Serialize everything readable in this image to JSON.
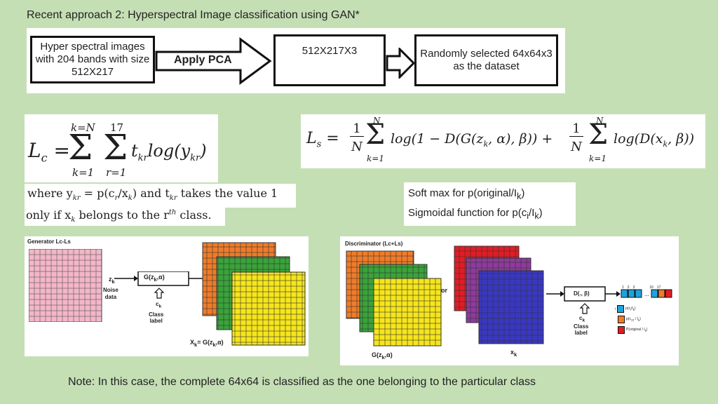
{
  "slide_title": "Recent approach 2:  Hyperspectral Image classification using GAN*",
  "pipeline": {
    "box1": "Hyper spectral images with 204 bands with size 512X217",
    "arrow_label": "Apply PCA",
    "box2": "512X217X3",
    "box3": "Randomly selected 64x64x3 as the dataset"
  },
  "loss_c": {
    "lhs": "L",
    "lhs_sub": "c",
    "sum1_top": "k=N",
    "sum1_bottom": "k=1",
    "sum2_top": "17",
    "sum2_bottom": "r=1",
    "term": "t",
    "term_sub": "kr",
    "log": "log(y",
    "log_sub": "kr",
    "where_line1_a": "where y",
    "where_line1_b": " = p(c",
    "where_line1_c": "/x",
    "where_line1_d": ") and t",
    "where_line1_e": " takes the value 1",
    "where_line2_a": "only if x",
    "where_line2_b": " belongs to the r",
    "where_line2_sup": "th",
    "where_line2_c": " class."
  },
  "loss_s": {
    "lhs": "L",
    "lhs_sub": "s",
    "one": "1",
    "N": "N",
    "sum_top": "N",
    "sum_bottom": "k=1",
    "part1": "log(1 − D(G(z",
    "part1_b": ", α), β)) +",
    "part2": "log(D(x",
    "part2_b": ", β))"
  },
  "softmax": {
    "line1": "Soft max for p(original/I",
    "line1_sub": "k",
    "line1_end": ")",
    "line2": "Sigmoidal function for p(c",
    "line2_sub1": "i",
    "line2_mid": "/I",
    "line2_sub2": "k",
    "line2_end": ")"
  },
  "generator": {
    "title": "Generator Lc-Ls",
    "z_label": "z",
    "z_sub": "k",
    "noise": "Noise",
    "data": "data",
    "g_box": "G(z",
    "g_box_sub": "k",
    "g_box_end": ",α)",
    "c_label": "c",
    "c_sub": "k",
    "class_line1": "Class",
    "class_line2": "label",
    "xhat": "X",
    "xhat_sub": "k",
    "xhat_eq": "= G(z",
    "xhat_eq_sub": "k",
    "xhat_eq_end": ",α)"
  },
  "discriminator": {
    "title": "Discriminator (Lc+Ls)",
    "or": "or",
    "d_box": "D(., β)",
    "g_label": "G(z",
    "g_label_sub": "k",
    "g_label_end": ",α)",
    "x_label": "x",
    "x_sub": "k",
    "c_label": "c",
    "c_sub": "k",
    "class_line1": "Class",
    "class_line2": "label",
    "out_nums": [
      "1",
      "2",
      "3",
      "16",
      "17"
    ],
    "legend1": "p(c",
    "legend1_sub": "i",
    "legend1_end": "/I",
    "legend1_sub2": "k",
    "legend1_close": ")",
    "legend2": "p(c",
    "legend2_sub": "17",
    "legend2_end": " / I",
    "legend2_sub2": "k",
    "legend2_close": ")",
    "legend3": "P(original / I",
    "legend3_sub": "k",
    "legend3_close": ")",
    "legend_i": "i"
  },
  "note": "Note: In this case, the complete 64x64 is classified as the one belonging to the particular class",
  "colors": {
    "background": "#c5dfb5",
    "pink": "#f4b6c8",
    "orange": "#f07c28",
    "green": "#3aa33a",
    "yellow": "#f6e51a",
    "red": "#e21c24",
    "purple": "#8e3a9e",
    "blue": "#3a37c4",
    "cyan": "#1fa3dc"
  }
}
